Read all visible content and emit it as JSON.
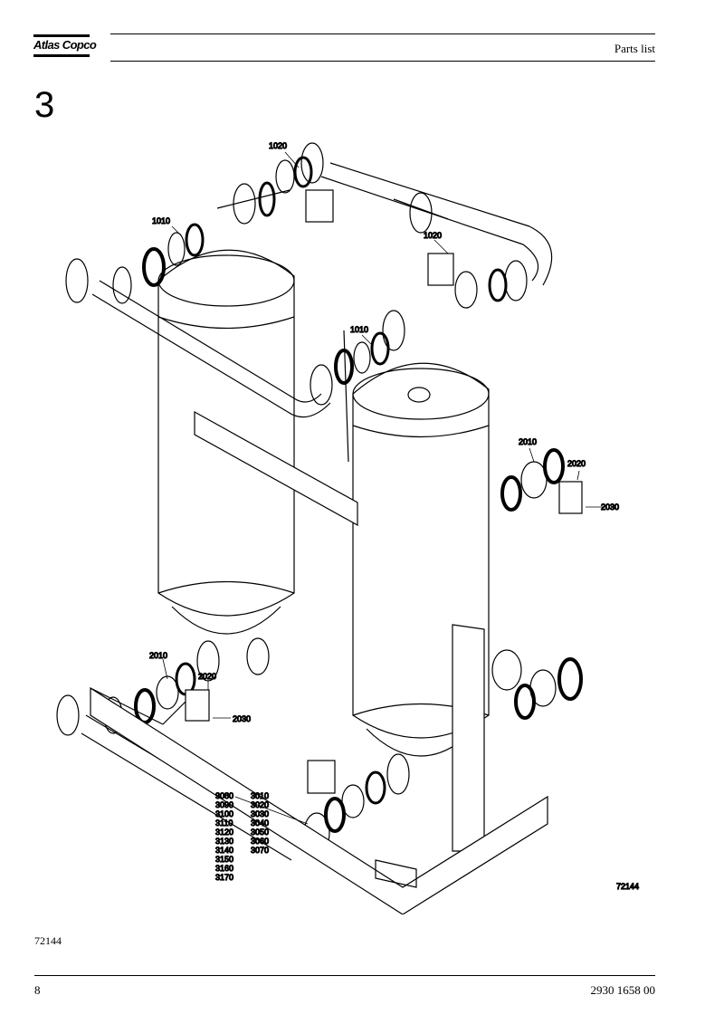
{
  "header": {
    "logo_text": "Atlas Copco",
    "title": "Parts list"
  },
  "section_number": "3",
  "drawing": {
    "callouts": {
      "top_left_1020": "1020",
      "top_left_1010": "1010",
      "top_right_1020": "1020",
      "top_right_1010": "1010",
      "right_2010": "2010",
      "right_2020": "2020",
      "right_2030": "2030",
      "left_2010": "2010",
      "left_2020": "2020",
      "left_2030": "2030"
    },
    "column_left": [
      "3080",
      "3090",
      "3100",
      "3110",
      "3120",
      "3130",
      "3140",
      "3150",
      "3160",
      "3170"
    ],
    "column_right": [
      "3010",
      "3020",
      "3030",
      "3040",
      "3050",
      "3060",
      "3070"
    ],
    "drawing_number": "72144"
  },
  "figure_ref": "72144",
  "footer": {
    "page_number": "8",
    "doc_number": "2930 1658 00"
  }
}
